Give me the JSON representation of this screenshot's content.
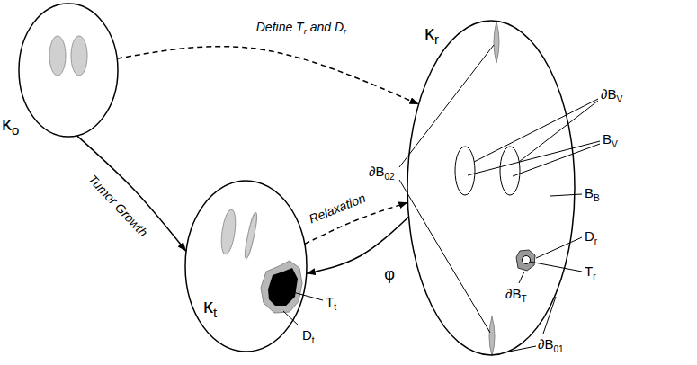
{
  "diagram": {
    "nodes": [
      {
        "text": [
          "κo"
        ]
      },
      {
        "text": [
          "κt"
        ]
      },
      {
        "text": [
          "κr"
        ]
      }
    ],
    "edges": [
      {
        "from": 0,
        "to": 2,
        "arrow": "to",
        "label": "Define Tr and Dr"
      },
      {
        "from": 0,
        "to": 1,
        "arrow": "to",
        "label": "Tumor Growth"
      },
      {
        "from": 1,
        "to": 2,
        "arrow": "to",
        "label": "Relaxation"
      },
      {
        "from": 2,
        "to": 1,
        "arrow": "to",
        "label": "φ"
      }
    ],
    "labels": [
      "Tt",
      "Dt",
      "∂BV",
      "BV",
      "BB",
      "Dr",
      "Tr",
      "∂BT",
      "∂B02",
      "∂B01"
    ]
  }
}
